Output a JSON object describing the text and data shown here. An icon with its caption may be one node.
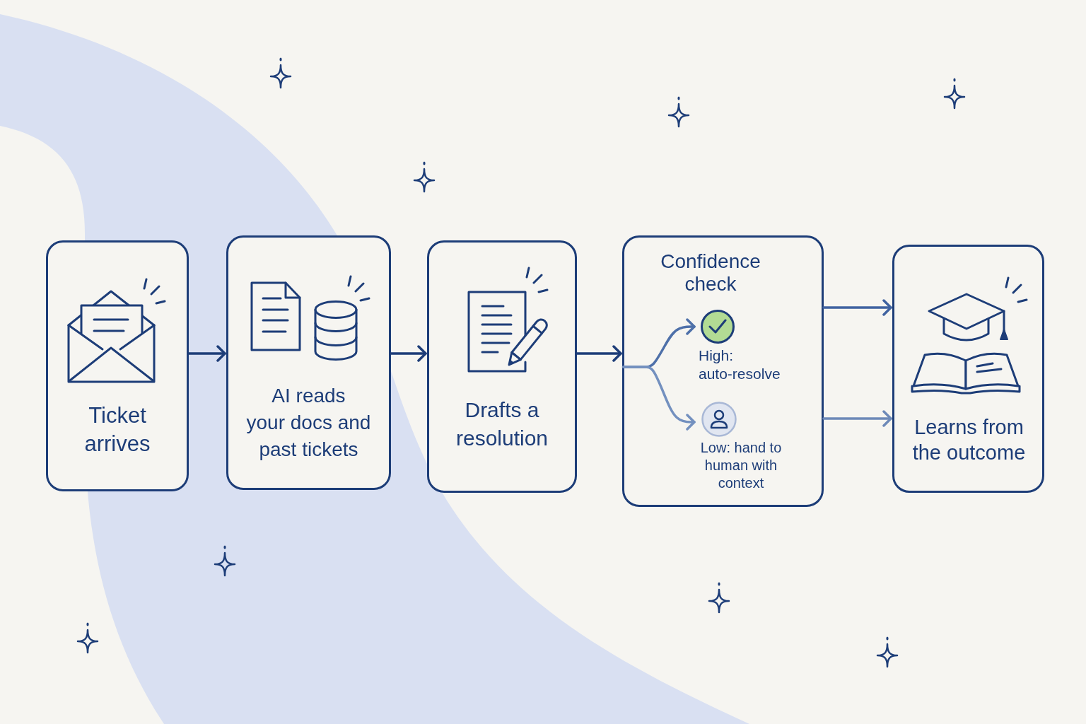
{
  "diagram": {
    "nodes": [
      {
        "text": [
          "Ticket arrives"
        ]
      },
      {
        "text": [
          "AI reads your docs and past tickets"
        ]
      },
      {
        "text": [
          "Drafts a resolution"
        ]
      },
      {
        "text": [
          "Confidence check"
        ]
      },
      {
        "text": [
          "High: auto-resolve"
        ],
        "in": 3
      },
      {
        "text": [
          "Low: hand to human with context"
        ],
        "in": 3
      },
      {
        "text": [
          "Learns from the outcome"
        ]
      }
    ],
    "edges": [
      {
        "from": 0,
        "to": 1,
        "arrow": "to",
        "color": "#1d3d78"
      },
      {
        "from": 1,
        "to": 2,
        "arrow": "to",
        "color": "#1d3d78"
      },
      {
        "from": 2,
        "to": 3,
        "arrow": "to",
        "color": "#1d3d78"
      },
      {
        "from": 3,
        "to": 4,
        "arrow": "to",
        "color": "#4e70a9"
      },
      {
        "from": 3,
        "to": 5,
        "arrow": "to",
        "color": "#7390bf"
      },
      {
        "from": 3,
        "to": 6,
        "arrow": "to",
        "color": "#3f62a0"
      },
      {
        "from": 3,
        "to": 6,
        "arrow": "to",
        "color": "#6d89b8"
      }
    ]
  }
}
